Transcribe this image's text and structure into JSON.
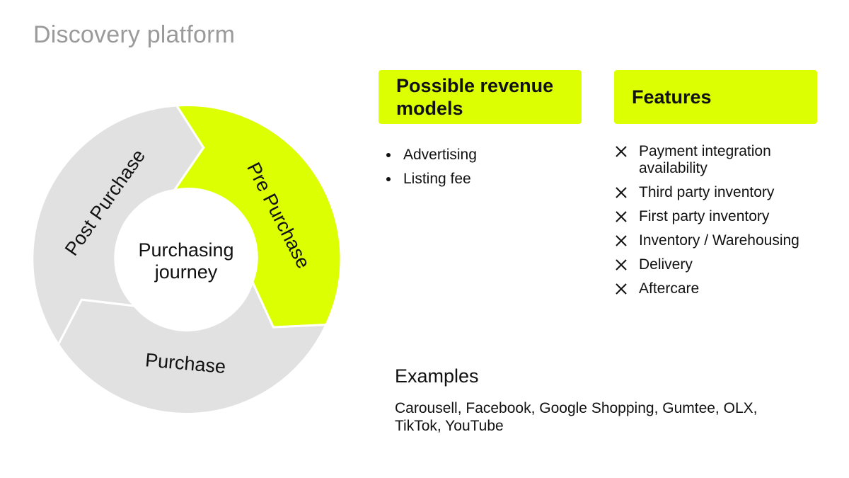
{
  "page": {
    "title": "Discovery platform"
  },
  "diagram": {
    "center_label": [
      "Purchasing",
      "journey"
    ],
    "segments": [
      {
        "label": "Pre Purchase",
        "color": "#dcff02"
      },
      {
        "label": "Purchase",
        "color": "#e1e1e1"
      },
      {
        "label": "Post Purchase",
        "color": "#e1e1e1"
      }
    ]
  },
  "revenue": {
    "heading": "Possible revenue models",
    "items": [
      "Advertising",
      "Listing fee"
    ]
  },
  "features": {
    "heading": "Features",
    "icon": "x-icon",
    "items": [
      "Payment integration availability",
      "Third party inventory",
      "First party inventory",
      "Inventory / Warehousing",
      "Delivery",
      "Aftercare"
    ]
  },
  "examples": {
    "heading": "Examples",
    "text": "Carousell, Facebook, Google Shopping, Gumtee, OLX, TikTok, YouTube"
  },
  "colors": {
    "accent": "#dcff02",
    "neutral": "#e1e1e1",
    "title": "#9a9a9a"
  }
}
